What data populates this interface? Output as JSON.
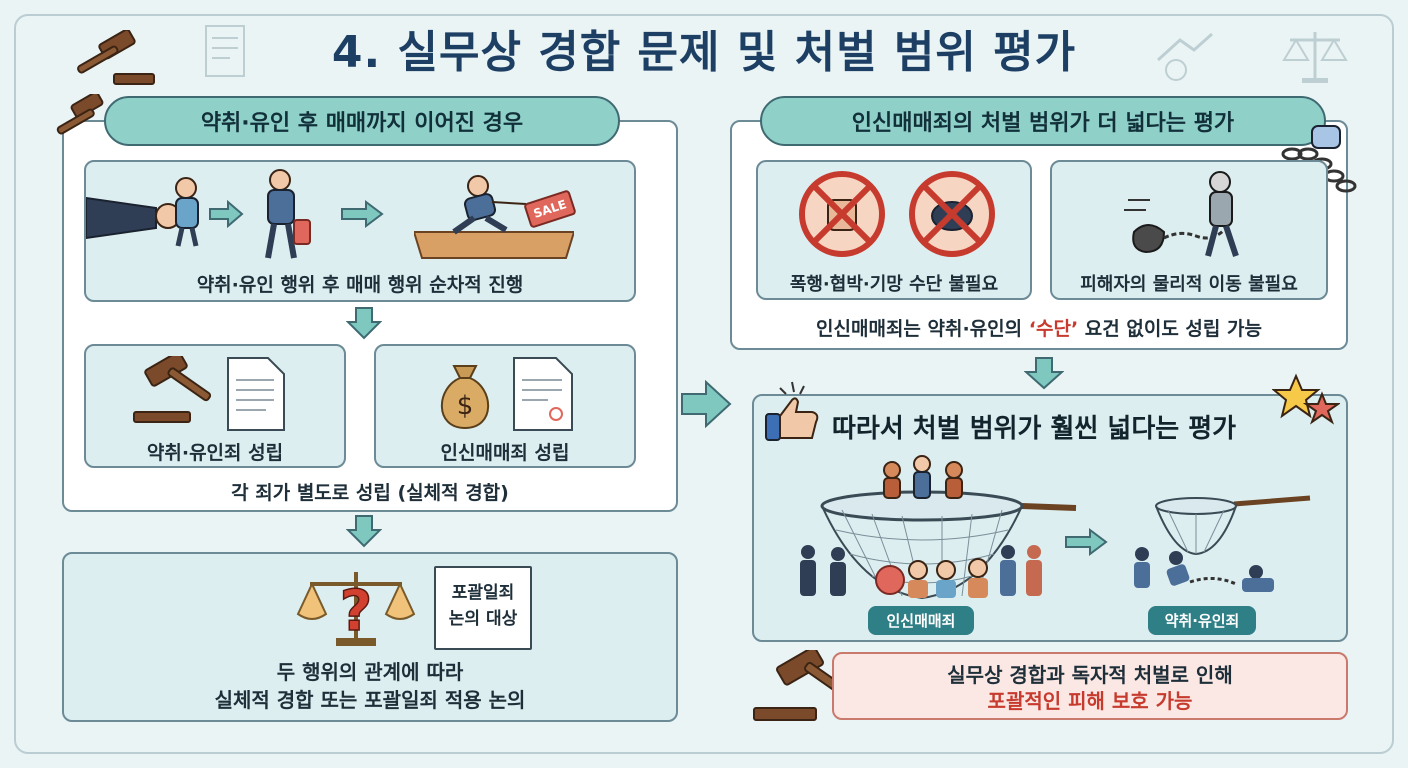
{
  "title": "4. 실무상 경합 문제 및 처벌 범위 평가",
  "left": {
    "header": "약취·유인 후 매매까지 이어진 경우",
    "sequence_caption": "약취·유인 행위 후 매매 행위 순차적 진행",
    "sale_tag": "SALE",
    "crime1": "약취·유인죄 성립",
    "crime2": "인신매매죄 성립",
    "separate_caption": "각 죄가 별도로 성립 (실체적 경합)",
    "note_line1": "포괄일죄",
    "note_line2": "논의 대상",
    "discussion_line1": "두 행위의 관계에 따라",
    "discussion_line2": "실체적 경합 또는 포괄일죄 적용 논의"
  },
  "right": {
    "header": "인신매매죄의 처벌 범위가 더 넓다는 평가",
    "box1": "폭행·협박·기망 수단 불필요",
    "box2": "피해자의 물리적 이동 불필요",
    "summary_pre": "인신매매죄는 약취·유인의 ",
    "summary_highlight": "‘수단’",
    "summary_post": " 요건 없이도 성립 가능",
    "conclusion": "따라서 처벌 범위가 훨씬 넓다는 평가",
    "tag_large": "인신매매죄",
    "tag_small": "약취·유인죄",
    "result_line1": "실무상 경합과 독자적 처벌로 인해",
    "result_line2": "포괄적인 피해 보호 가능"
  },
  "colors": {
    "teal": "#8fd0c9",
    "navy": "#1d3f63",
    "red": "#c73b2f",
    "gavel": "#7a4a2a"
  }
}
